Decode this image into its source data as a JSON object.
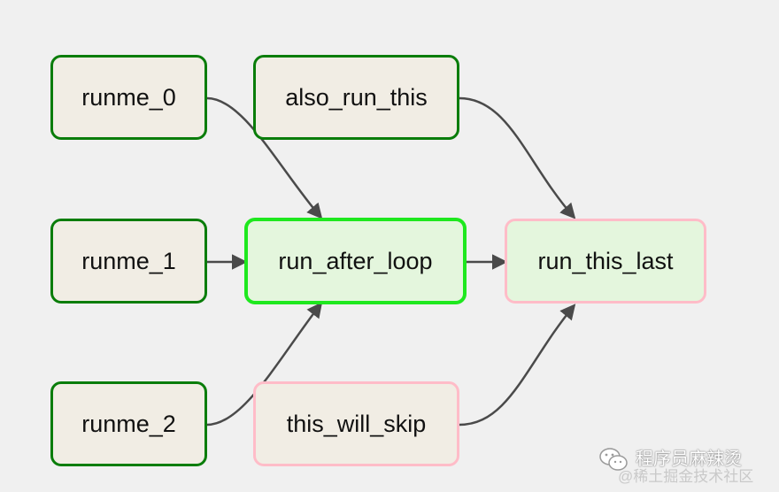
{
  "nodes": {
    "runme_0": "runme_0",
    "runme_1": "runme_1",
    "runme_2": "runme_2",
    "also_run_this": "also_run_this",
    "run_after_loop": "run_after_loop",
    "this_will_skip": "this_will_skip",
    "run_this_last": "run_this_last"
  },
  "watermark": {
    "line1": "程序员麻辣烫",
    "line2": "@稀土掘金技术社区"
  },
  "colors": {
    "success_border": "#0a7d0a",
    "running_border": "#1ee81e",
    "skipped_border": "#ffbcc8",
    "box_fill": "#f1ede4",
    "green_fill": "#e4f6dd",
    "edge": "#4a4a4a",
    "background": "#f0f0f0"
  }
}
